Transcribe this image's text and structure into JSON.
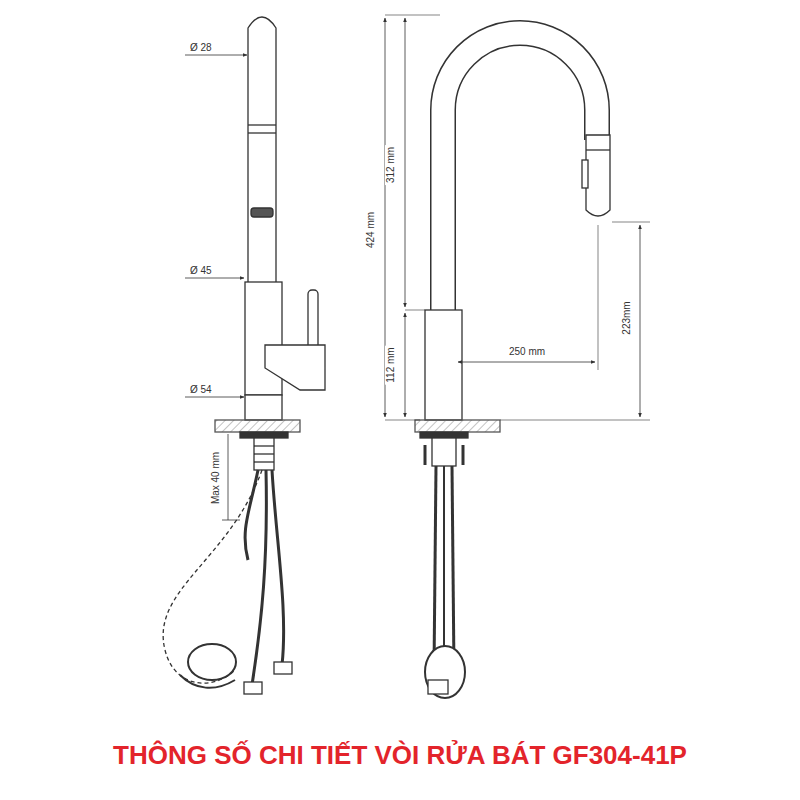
{
  "diagram": {
    "title": "THÔNG SỐ CHI TIẾT VÒI RỬA BÁT GF304-41P",
    "labels": [
      "Ø 28",
      "Ø 45",
      "Ø 54",
      "Max 40 mm",
      "424 mm",
      "312 mm",
      "112 mm",
      "250 mm",
      "223mm"
    ]
  }
}
